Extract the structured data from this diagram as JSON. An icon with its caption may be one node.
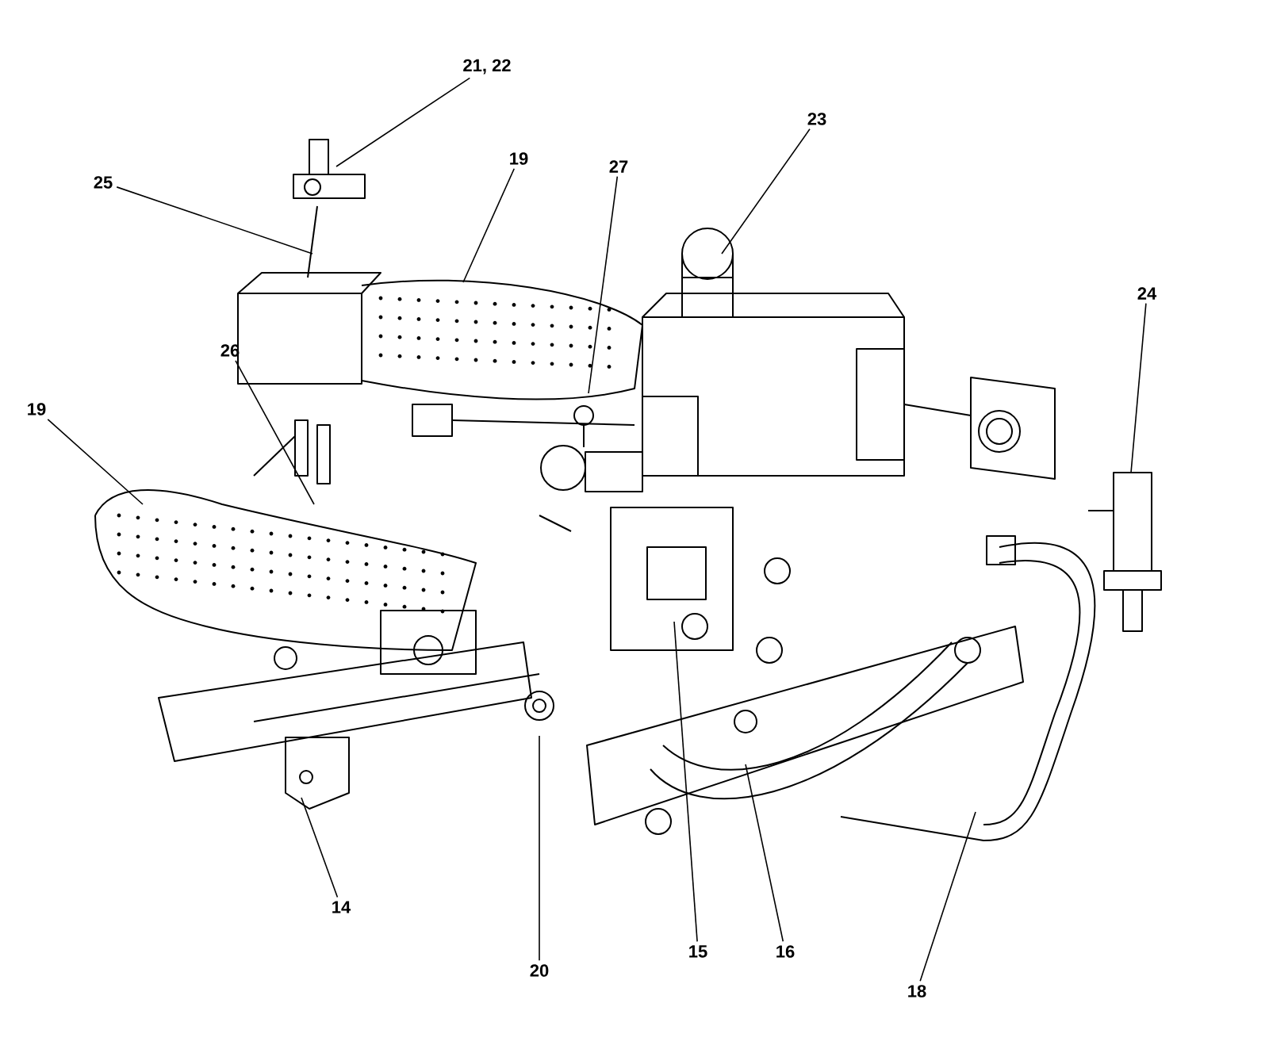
{
  "diagram": {
    "nodes": [
      {
        "text": [
          "21, 22"
        ]
      },
      {
        "text": [
          "25"
        ]
      },
      {
        "text": [
          "19"
        ]
      },
      {
        "text": [
          "27"
        ]
      },
      {
        "text": [
          "23"
        ]
      },
      {
        "text": [
          "24"
        ]
      },
      {
        "text": [
          "26"
        ]
      },
      {
        "text": [
          "19"
        ]
      },
      {
        "text": [
          "14"
        ]
      },
      {
        "text": [
          "20"
        ]
      },
      {
        "text": [
          "15"
        ]
      },
      {
        "text": [
          "16"
        ]
      },
      {
        "text": [
          "18"
        ]
      }
    ],
    "edges": [
      {
        "from": 0,
        "to": null,
        "arrow": "none"
      },
      {
        "from": 1,
        "to": null,
        "arrow": "none"
      },
      {
        "from": 2,
        "to": null,
        "arrow": "none"
      },
      {
        "from": 3,
        "to": null,
        "arrow": "none"
      },
      {
        "from": 4,
        "to": null,
        "arrow": "none"
      },
      {
        "from": 5,
        "to": null,
        "arrow": "none"
      },
      {
        "from": 6,
        "to": null,
        "arrow": "none"
      },
      {
        "from": 7,
        "to": null,
        "arrow": "none"
      },
      {
        "from": 8,
        "to": null,
        "arrow": "none"
      },
      {
        "from": 9,
        "to": null,
        "arrow": "none"
      },
      {
        "from": 10,
        "to": null,
        "arrow": "none"
      },
      {
        "from": 11,
        "to": null,
        "arrow": "none"
      },
      {
        "from": 12,
        "to": null,
        "arrow": "none"
      }
    ]
  }
}
